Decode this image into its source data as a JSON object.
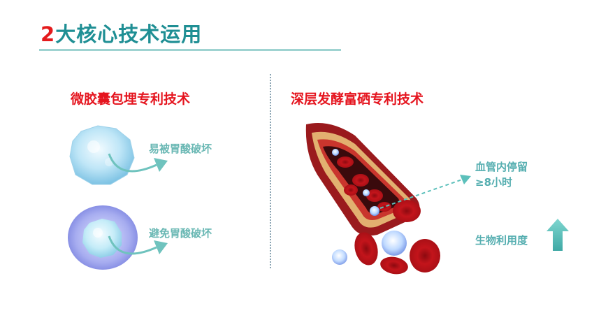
{
  "page": {
    "title_number": "2",
    "title_text": "大核心技术运用"
  },
  "left_section": {
    "title": "微胶囊包埋专利技术",
    "item1_label": "易被胃酸破坏",
    "item2_label": "避免胃酸破坏"
  },
  "right_section": {
    "title": "深层发酵富硒专利技术",
    "retention_line1": "血管内停留",
    "retention_line2": "≥8小时",
    "bioavailability_label": "生物利用度"
  },
  "colors": {
    "accent_red": "#e5141e",
    "teal": "#1f8f94",
    "light_teal": "#6ab8b4",
    "arrow_teal": "#5cc0bb"
  },
  "icons": {
    "curved_arrow": "curved-arrow-icon",
    "up_arrow": "up-arrow-icon"
  }
}
